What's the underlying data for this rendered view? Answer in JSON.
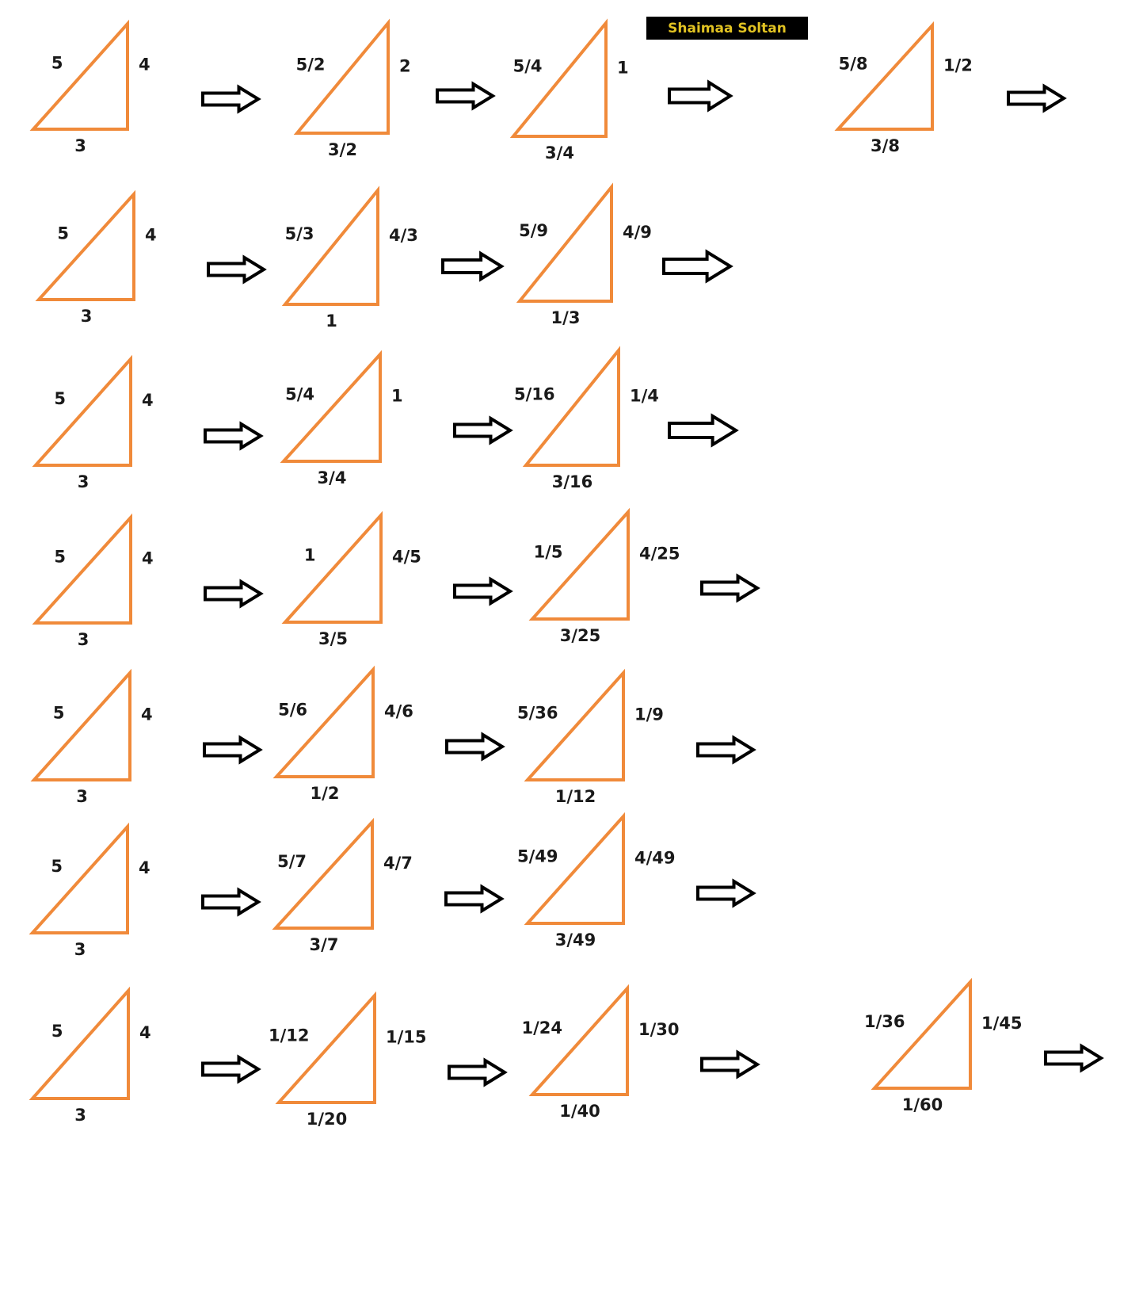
{
  "author": "Shaimaa Soltan",
  "colors": {
    "triangle": "#f08a3a",
    "arrow": "#000000",
    "author_bg": "#000000",
    "author_text": "#e2c322"
  },
  "rows": [
    {
      "triangles": [
        {
          "hyp": "5",
          "side": "4",
          "base": "3"
        },
        {
          "hyp": "5/2",
          "side": "2",
          "base": "3/2"
        },
        {
          "hyp": "5/4",
          "side": "1",
          "base": "3/4"
        },
        {
          "hyp": "5/8",
          "side": "1/2",
          "base": "3/8"
        }
      ],
      "arrows": 4
    },
    {
      "triangles": [
        {
          "hyp": "5",
          "side": "4",
          "base": "3"
        },
        {
          "hyp": "5/3",
          "side": "4/3",
          "base": "1"
        },
        {
          "hyp": "5/9",
          "side": "4/9",
          "base": "1/3"
        }
      ],
      "arrows": 3
    },
    {
      "triangles": [
        {
          "hyp": "5",
          "side": "4",
          "base": "3"
        },
        {
          "hyp": "5/4",
          "side": "1",
          "base": "3/4"
        },
        {
          "hyp": "5/16",
          "side": "1/4",
          "base": "3/16"
        }
      ],
      "arrows": 3
    },
    {
      "triangles": [
        {
          "hyp": "5",
          "side": "4",
          "base": "3"
        },
        {
          "hyp": "1",
          "side": "4/5",
          "base": "3/5"
        },
        {
          "hyp": "1/5",
          "side": "4/25",
          "base": "3/25"
        }
      ],
      "arrows": 3
    },
    {
      "triangles": [
        {
          "hyp": "5",
          "side": "4",
          "base": "3"
        },
        {
          "hyp": "5/6",
          "side": "4/6",
          "base": "1/2"
        },
        {
          "hyp": "5/36",
          "side": "1/9",
          "base": "1/12"
        }
      ],
      "arrows": 3
    },
    {
      "triangles": [
        {
          "hyp": "5",
          "side": "4",
          "base": "3"
        },
        {
          "hyp": "5/7",
          "side": "4/7",
          "base": "3/7"
        },
        {
          "hyp": "5/49",
          "side": "4/49",
          "base": "3/49"
        }
      ],
      "arrows": 3
    },
    {
      "triangles": [
        {
          "hyp": "5",
          "side": "4",
          "base": "3"
        },
        {
          "hyp": "1/12",
          "side": "1/15",
          "base": "1/20"
        },
        {
          "hyp": "1/24",
          "side": "1/30",
          "base": "1/40"
        },
        {
          "hyp": "1/36",
          "side": "1/45",
          "base": "1/60"
        }
      ],
      "arrows": 4
    }
  ]
}
